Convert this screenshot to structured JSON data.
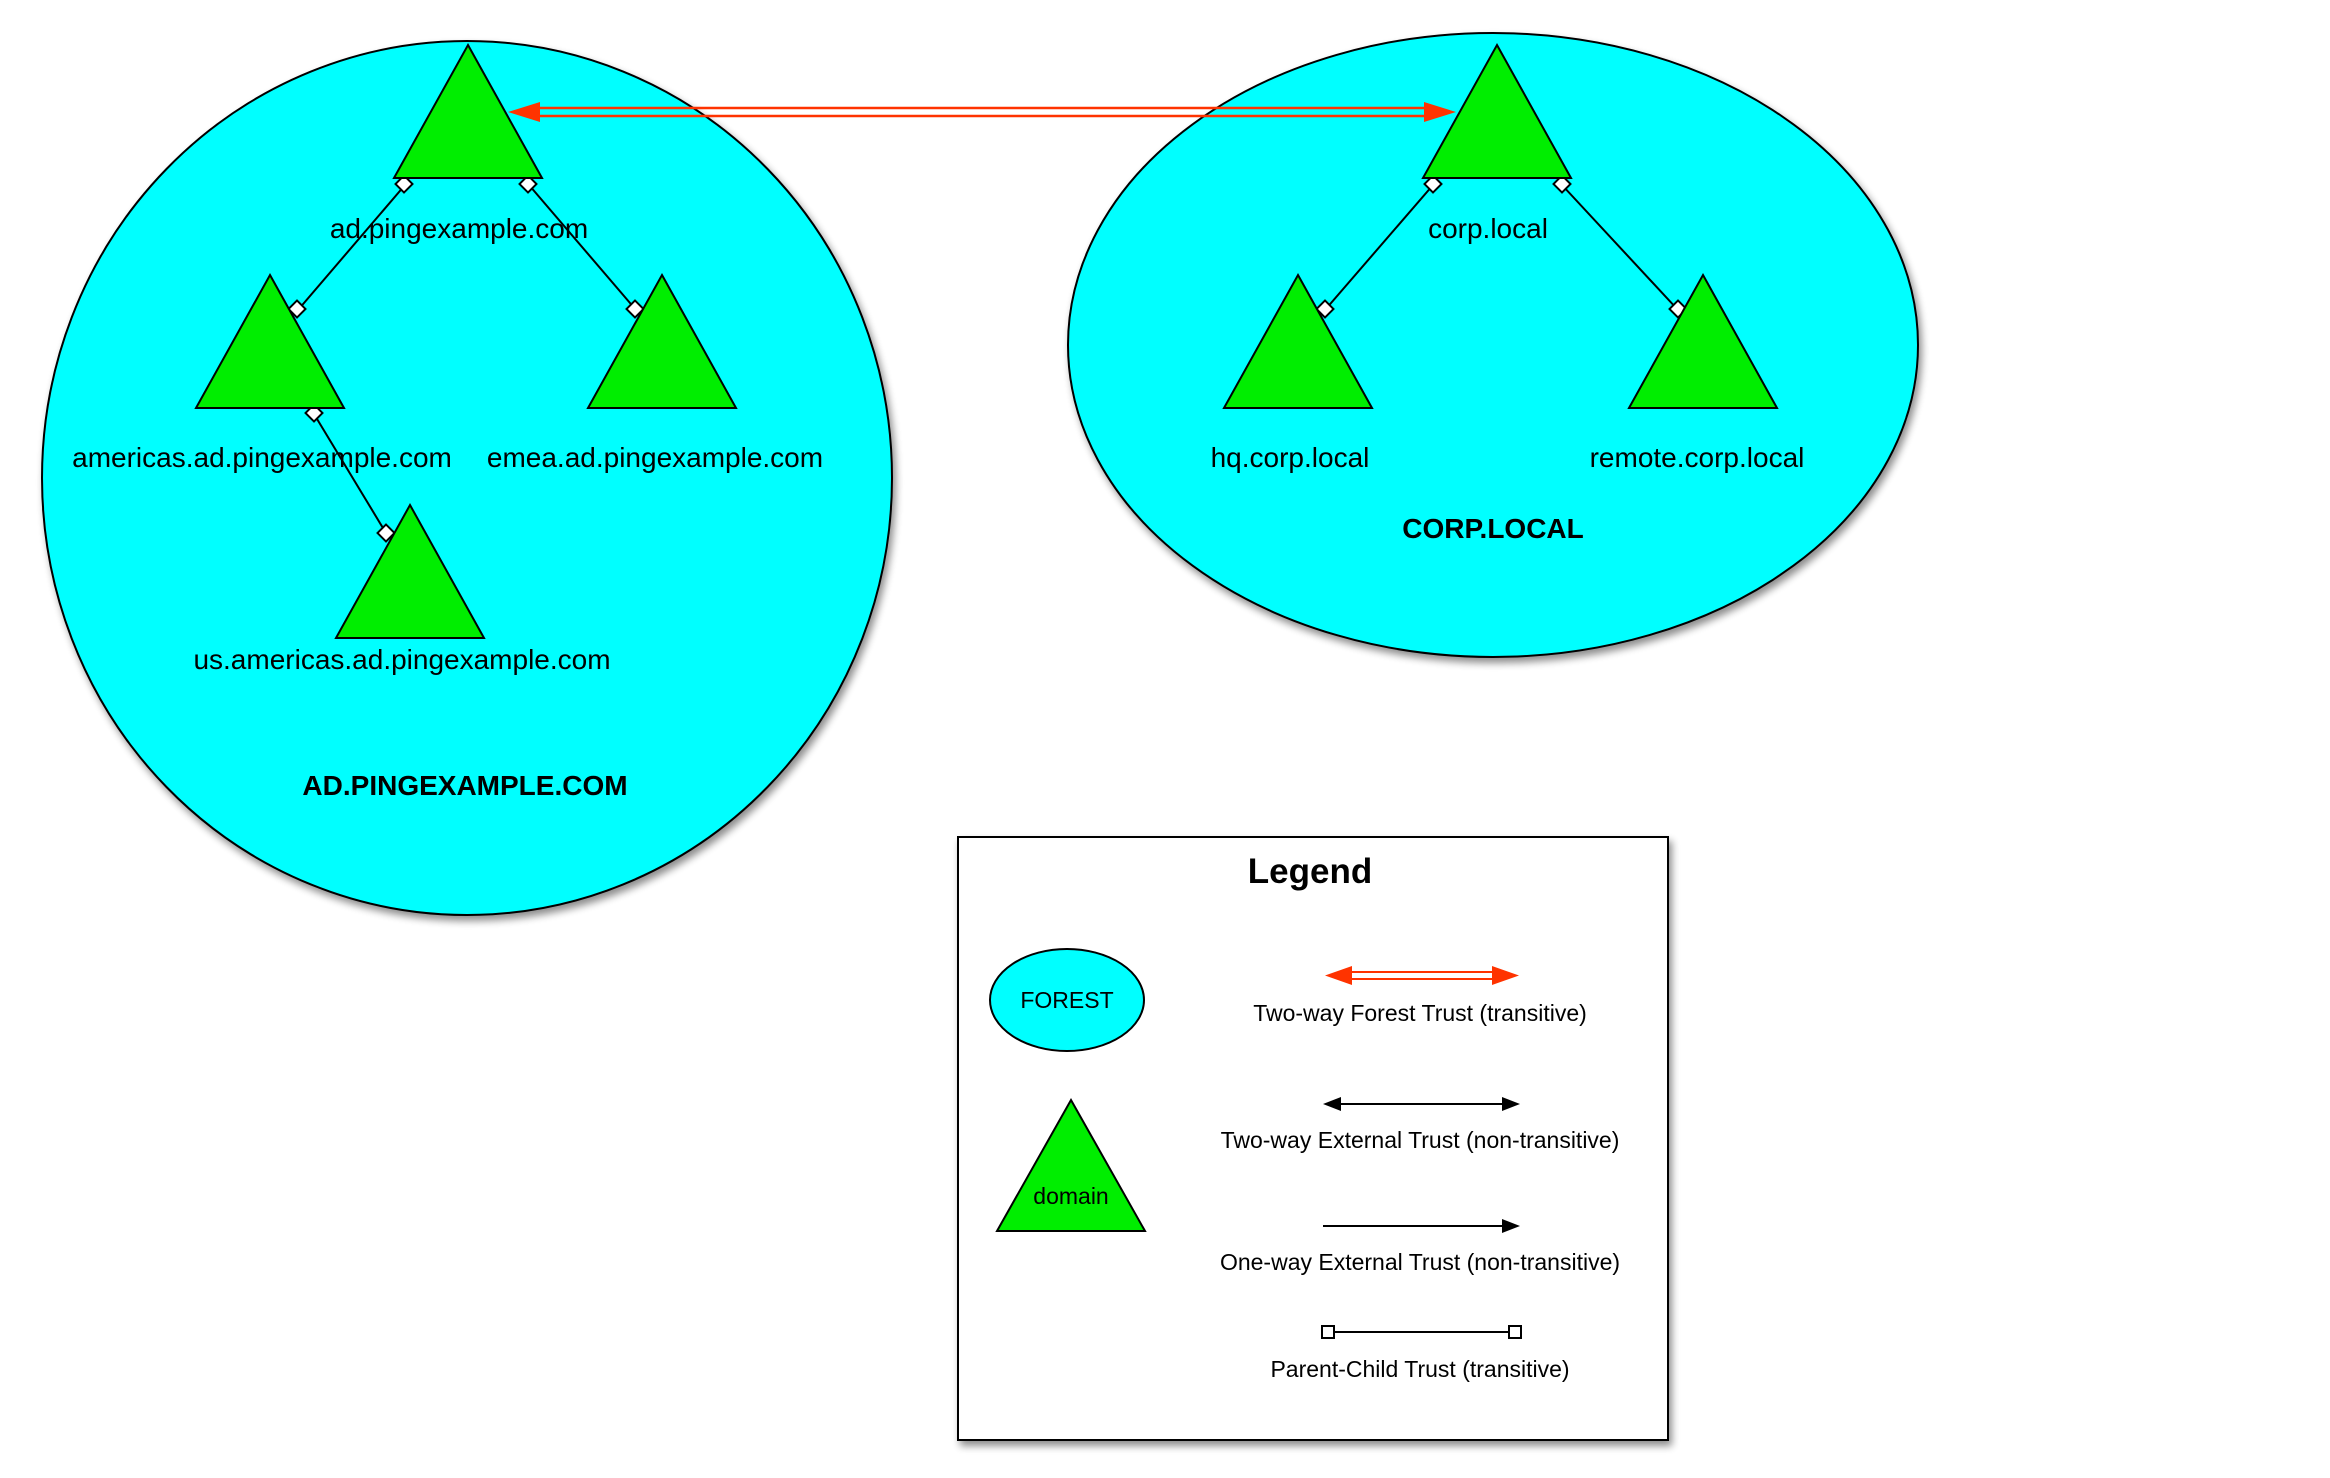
{
  "forests": [
    {
      "name": "AD.PINGEXAMPLE.COM",
      "domains": [
        "ad.pingexample.com",
        "americas.ad.pingexample.com",
        "emea.ad.pingexample.com",
        "us.americas.ad.pingexample.com"
      ]
    },
    {
      "name": "CORP.LOCAL",
      "domains": [
        "corp.local",
        "hq.corp.local",
        "remote.corp.local"
      ]
    }
  ],
  "trusts": [
    {
      "type": "two-way-forest",
      "from": "ad.pingexample.com",
      "to": "corp.local"
    },
    {
      "type": "parent-child",
      "from": "ad.pingexample.com",
      "to": "americas.ad.pingexample.com"
    },
    {
      "type": "parent-child",
      "from": "ad.pingexample.com",
      "to": "emea.ad.pingexample.com"
    },
    {
      "type": "parent-child",
      "from": "americas.ad.pingexample.com",
      "to": "us.americas.ad.pingexample.com"
    },
    {
      "type": "parent-child",
      "from": "corp.local",
      "to": "hq.corp.local"
    },
    {
      "type": "parent-child",
      "from": "corp.local",
      "to": "remote.corp.local"
    }
  ],
  "legend": {
    "title": "Legend",
    "forest_label": "FOREST",
    "domain_label": "domain",
    "items": [
      "Two-way Forest Trust (transitive)",
      "Two-way External Trust (non-transitive)",
      "One-way External Trust (non-transitive)",
      "Parent-Child Trust (transitive)"
    ]
  },
  "colors": {
    "forest_fill": "#00ffff",
    "domain_fill": "#00ee00",
    "forest_trust": "#ff3300"
  }
}
